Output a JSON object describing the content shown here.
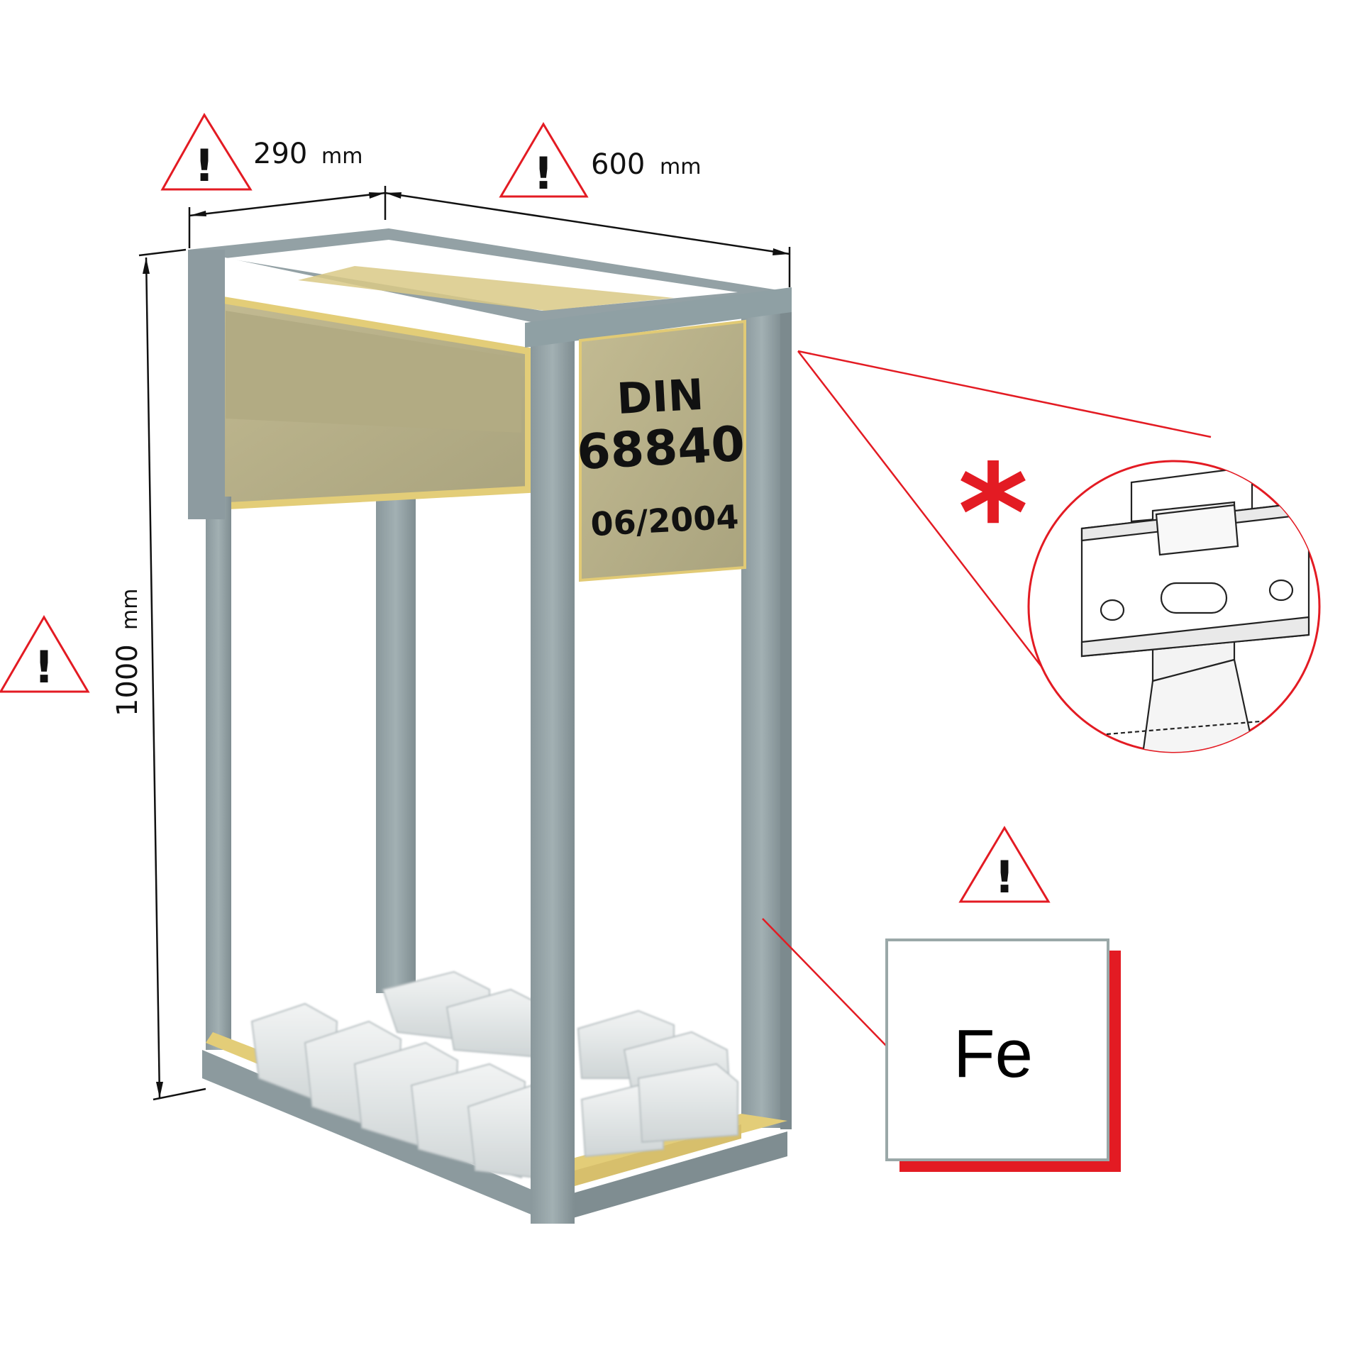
{
  "dimensions": {
    "width": {
      "value": "290",
      "unit": "mm"
    },
    "length": {
      "value": "600",
      "unit": "mm"
    },
    "height": {
      "value": "1000",
      "unit": "mm"
    }
  },
  "label_plate": {
    "line1": "DIN",
    "line2": "68840",
    "line3": "06/2004"
  },
  "warning_icon": {
    "symbol": "!",
    "icon": "warning-triangle-icon",
    "color": "#e31b23"
  },
  "detail_marker": {
    "symbol": "*",
    "color": "#e31b23"
  },
  "material_box": {
    "text": "Fe",
    "shadow_color": "#e31b23",
    "border_color": "#9aa8a8"
  },
  "colors": {
    "frame": "#8f9ea2",
    "panel": "#b8b28a",
    "panel_edge": "#e6cf7a",
    "accent": "#e31b23"
  }
}
